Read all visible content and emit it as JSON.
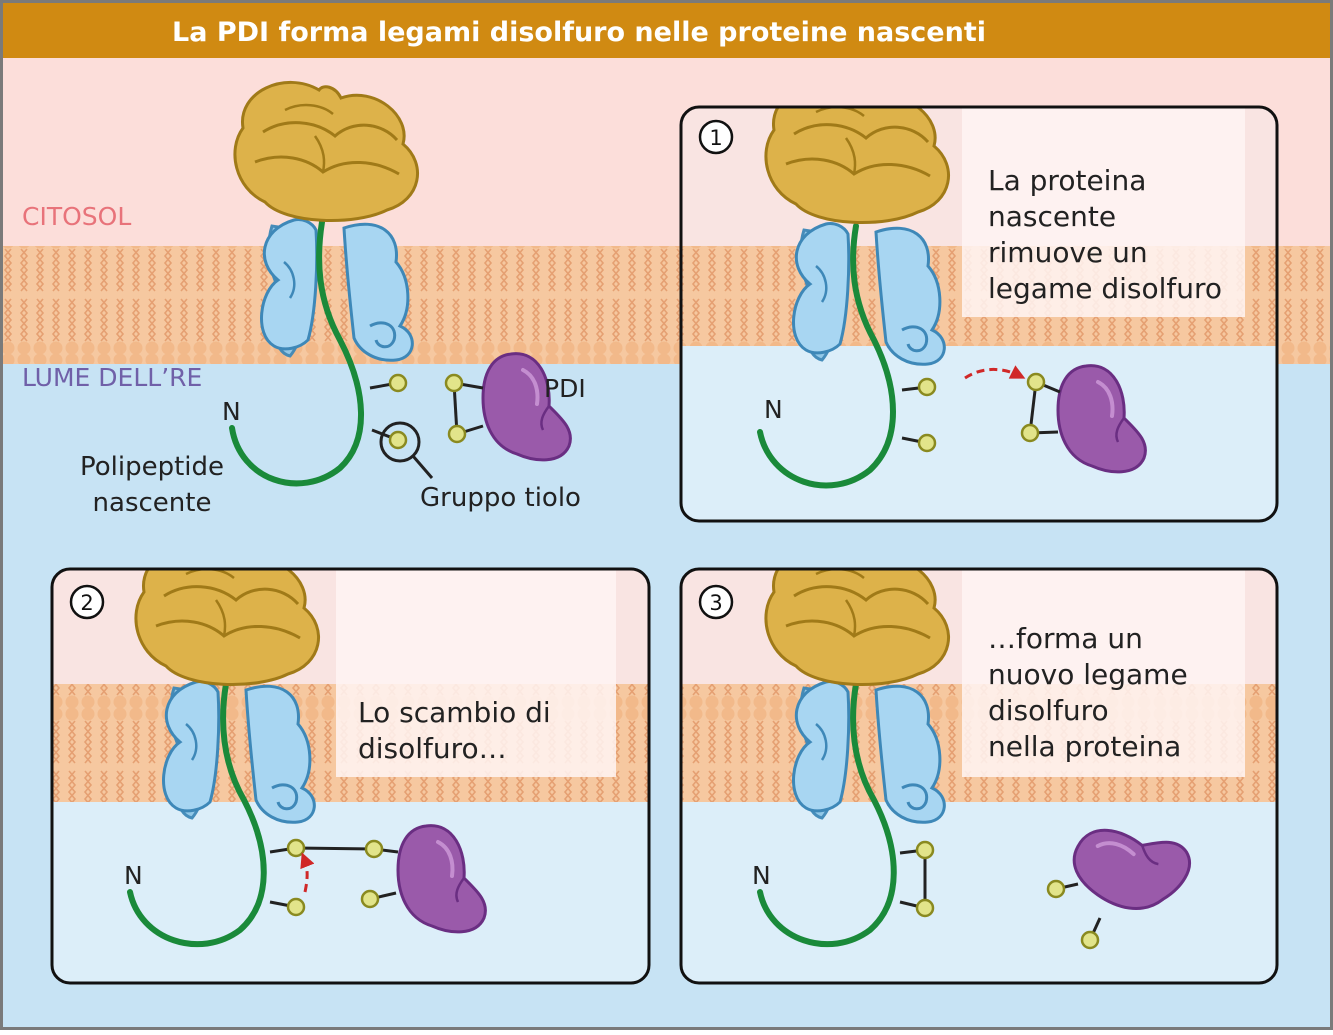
{
  "title": "La PDI forma legami disolfuro nelle proteine nascenti",
  "labels": {
    "cytosol": "CITOSOL",
    "er_lumen": "LUME DELL’RE",
    "n_terminus": "N",
    "polypeptide_line1": "Polipeptide",
    "polypeptide_line2": "nascente",
    "pdi": "PDI",
    "thiol_group": "Gruppo tiolo"
  },
  "steps": [
    {
      "number": "1",
      "caption": [
        "La proteina",
        "nascente",
        "rimuove un",
        "legame disolfuro"
      ]
    },
    {
      "number": "2",
      "caption": [
        "Lo scambio di",
        "disolfuro…"
      ]
    },
    {
      "number": "3",
      "caption": [
        "…forma un",
        "nuovo legame",
        "disolfuro",
        "nella proteina"
      ]
    }
  ],
  "colors": {
    "title_bar": "#D08A12",
    "cytosol": "#FCDEDA",
    "lumen": "#C7E3F4",
    "membrane": "#F5C59C",
    "ribosome": "#DDB24A",
    "translocon": "#96CCEB",
    "polypeptide": "#1A8A3A",
    "pdi": "#9A5AAA",
    "thiol": "#E2E48A",
    "arrow": "#D02828",
    "cytosol_label": "#E8737A",
    "lumen_label": "#7060A8"
  }
}
